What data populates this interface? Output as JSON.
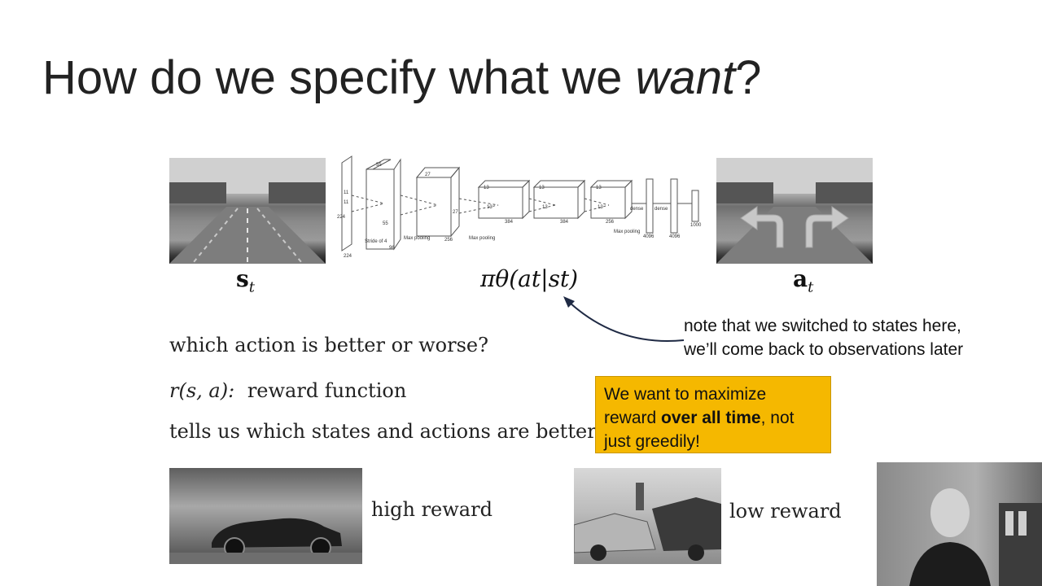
{
  "title": {
    "prefix": "How do we specify what we ",
    "emph": "want",
    "suffix": "?"
  },
  "labels": {
    "state": "s",
    "state_sub": "t",
    "action": "a",
    "action_sub": "t",
    "policy": "πθ(at|st)"
  },
  "network": {
    "texts": [
      "224",
      "224",
      "11",
      "11",
      "55",
      "55",
      "Stride of 4",
      "96",
      "Max pooling",
      "27",
      "27",
      "256",
      "Max pooling",
      "13",
      "13",
      "384",
      "13",
      "13",
      "384",
      "13",
      "13",
      "256",
      "Max pooling",
      "dense",
      "dense",
      "4096",
      "4096",
      "1000",
      "5",
      "5",
      "3",
      "3",
      "3",
      "3",
      "3",
      "3",
      "3",
      "3"
    ]
  },
  "note": {
    "line1": "note that we switched to states here,",
    "line2": "we’ll come back to observations later"
  },
  "body": {
    "question": "which action is better or worse?",
    "reward_label": "r(s, a):",
    "reward_desc": "reward function",
    "tells": "tells us which states and actions are better"
  },
  "callout": {
    "part1": "We want to maximize reward ",
    "bold": "over all time",
    "part2": ", not just greedily!",
    "color": "#f5b800"
  },
  "rewards": {
    "high": "high reward",
    "low": "low reward"
  },
  "colors": {
    "title": "#222222",
    "callout_bg": "#f5b800",
    "arrow": "#1f2a44"
  }
}
